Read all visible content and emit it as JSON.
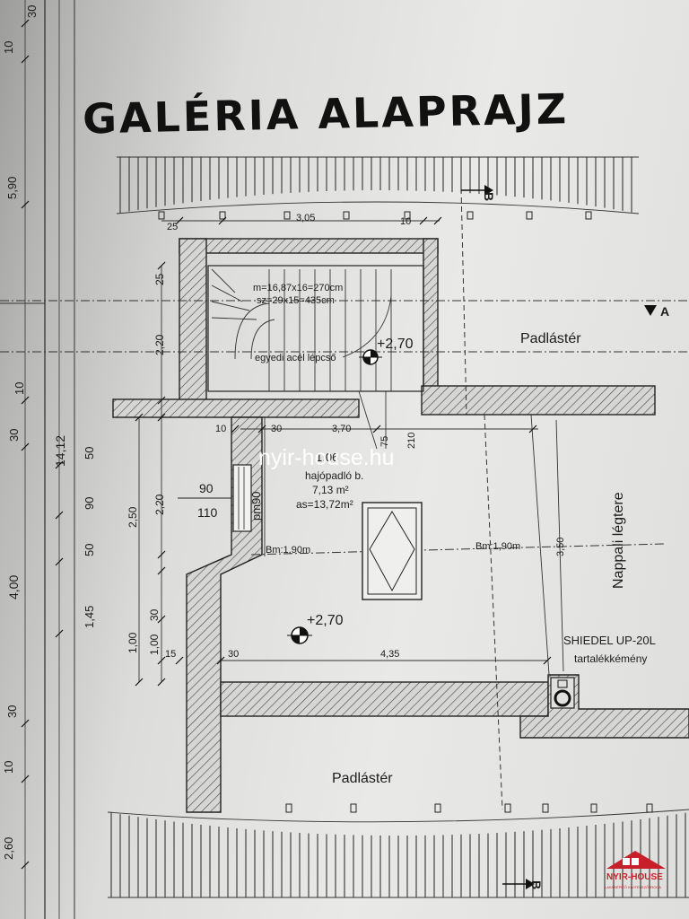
{
  "title": "GALÉRIA ALAPRAJZ",
  "watermark": "nyir-house.hu",
  "logo": {
    "name": "NYIR-HOUSE",
    "tagline": "LAKÁSÉPÍTŐ KIVITELEZŐ IRODA"
  },
  "section_markers": {
    "b_top": "B",
    "a_right": "A",
    "b_bottom": "B"
  },
  "stair": {
    "spec_m": "m=16,87x16=270cm",
    "spec_sz": "sz=29x15=435cm",
    "label": "egyedi acél lépcső",
    "level": "+2,70"
  },
  "rooms": {
    "gallery_number": "1.06",
    "gallery_floor": "hajópadló b.",
    "gallery_area": "7,13 m²",
    "gallery_as": "as=13,72m²",
    "gallery_level": "+2,70",
    "attic_top": "Padlástér",
    "attic_bottom": "Padlástér",
    "living_void": "Nappali légtere"
  },
  "heights": {
    "left": "Bm:1,90m",
    "right": "Bm:1,90m"
  },
  "chimney": {
    "line1": "SHIEDEL UP-20L",
    "line2": "tartalékkémény"
  },
  "door": {
    "width": "90",
    "height": "110",
    "marker": "pm90"
  },
  "dims_top": {
    "d25": "25",
    "d305": "3,05",
    "d10": "10"
  },
  "dims_inner": {
    "d10": "10",
    "d30": "30",
    "d370": "3,70",
    "d75": "75",
    "d210": "210",
    "d350": "3,50",
    "d15": "15",
    "d30b": "30",
    "d435": "4,35"
  },
  "dims_left": {
    "d25": "25",
    "d220a": "2,20",
    "d250": "2,50",
    "d220b": "2,20",
    "d30": "30",
    "d100a": "1,00",
    "d100b": "1,00"
  },
  "dims_outer": [
    "30",
    "10",
    "5,90",
    "10",
    "30",
    "50",
    "90",
    "50",
    "1,45",
    "30",
    "10",
    "2,60"
  ],
  "dims_outer2": [
    "14,12",
    "4,00"
  ]
}
